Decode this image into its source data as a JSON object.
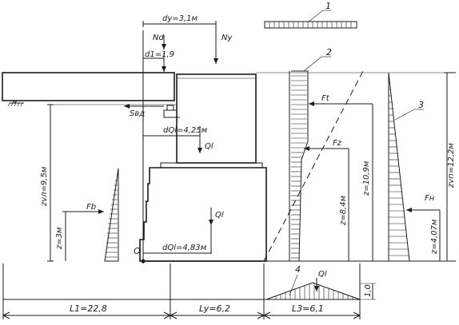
{
  "labels": {
    "dy": "dy=3,1м",
    "nd": "Nd",
    "ny": "Ny",
    "d1": "d1=1,9",
    "svd": "Sвд",
    "dql1": "dQl=4,25м",
    "ql1": "Ql",
    "zvl": "zvл=9,5м",
    "fb": "Fb",
    "z3": "z=3м",
    "ql2": "Ql",
    "dql2": "dQl=4,83м",
    "origin": "O",
    "ft": "Ft",
    "fz": "Fz",
    "z84": "z=8,4м",
    "z109": "z=10,9м",
    "fh": "Fн",
    "z407": "z=4,07м",
    "zvp": "zvп=12,2м",
    "ql3": "Ql",
    "h10": "1,0",
    "l1": "L1=22,8",
    "ly": "Ly=6,2",
    "l3": "L3=6,1",
    "n1": "1",
    "n2": "2",
    "n3": "3",
    "n4": "4"
  }
}
